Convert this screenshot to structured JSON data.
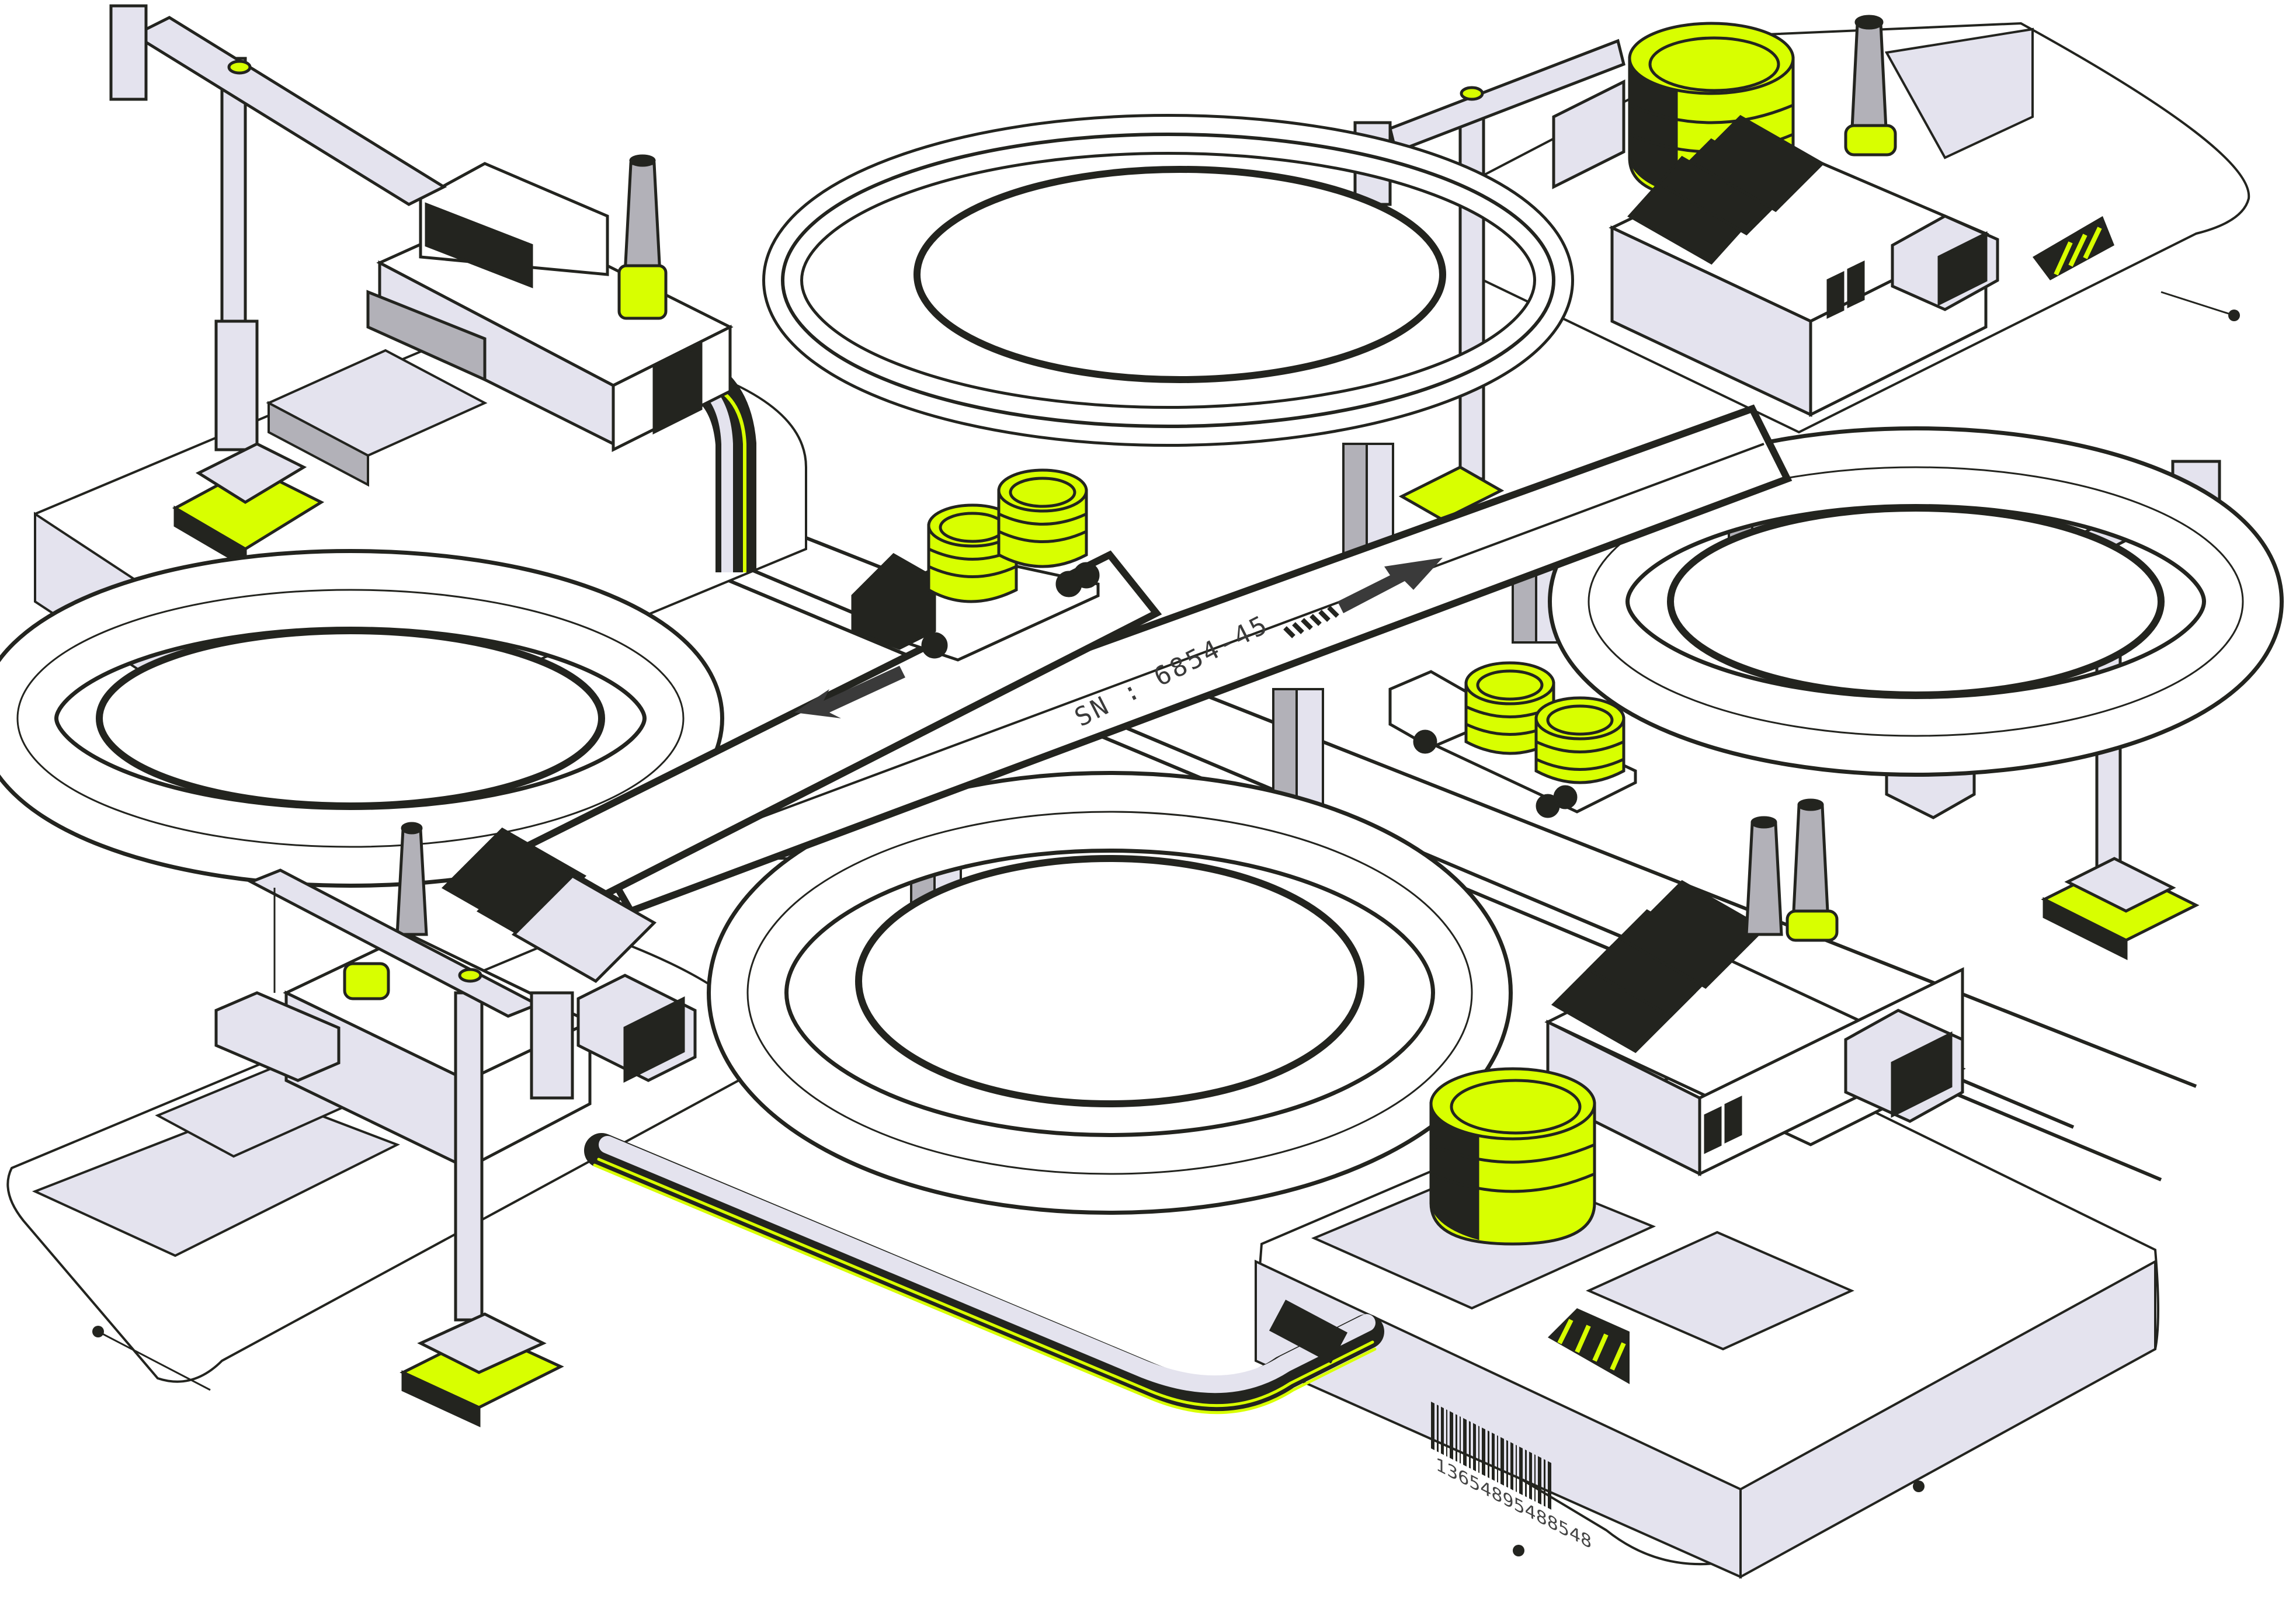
{
  "scene": {
    "title": "Isometric logistics infinity highway with factories",
    "colors": {
      "accent": "#d8ff00",
      "ink": "#23241f",
      "light_gray": "#e4e3ee",
      "mid_gray": "#b2b1b8",
      "white": "#ffffff"
    }
  },
  "road": {
    "serial_label": "SN : 6854-45",
    "direction_arrows": [
      "arrow-left",
      "arrow-right"
    ]
  },
  "platform": {
    "barcode_number": "13654895488548"
  },
  "factories": [
    {
      "position": "top-left",
      "features": [
        "chimney",
        "crane",
        "cable-bundle"
      ]
    },
    {
      "position": "top-right",
      "features": [
        "storage-tank",
        "chimney",
        "saw-tooth-roof",
        "hazard-sign"
      ]
    },
    {
      "position": "bottom-left",
      "features": [
        "saw-tooth-roof",
        "chimney",
        "crane",
        "cargo-crate"
      ]
    },
    {
      "position": "bottom-right",
      "features": [
        "storage-tank",
        "chimneys",
        "saw-tooth-roof",
        "hazard-sign",
        "barcode"
      ]
    }
  ],
  "vehicles": [
    {
      "name": "truck-top",
      "cargo": "coin-stacks"
    },
    {
      "name": "truck-right",
      "cargo": "coin-stacks"
    }
  ]
}
